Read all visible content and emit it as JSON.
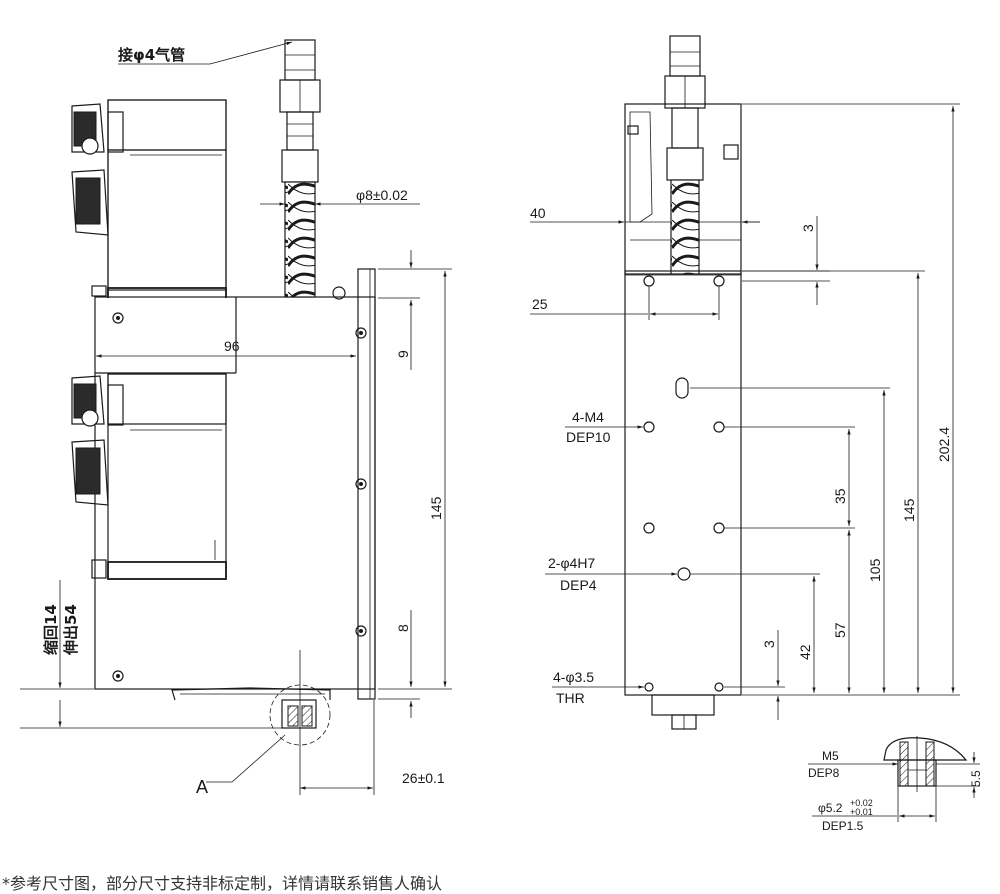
{
  "labels": {
    "air_pipe": "接φ4气管",
    "pipe_dia": "φ8±0.02",
    "dim_96": "96",
    "dim_9": "9",
    "dim_145_left": "145",
    "dim_8": "8",
    "retract": "缩回14",
    "extend": "伸出54",
    "detail_a": "A",
    "dim_26": "26±0.1",
    "dim_40": "40",
    "dim_25": "25",
    "dim_3_top": "3",
    "m4_line1": "4-M4",
    "m4_line2": "DEP10",
    "dim_35": "35",
    "dim_105": "105",
    "dim_145_right": "145",
    "dim_202": "202.4",
    "h7_line1": "2-φ4H7",
    "h7_line2": "DEP4",
    "dim_57": "57",
    "dim_42": "42",
    "dim_3_bottom": "3",
    "thr_line1": "4-φ3.5",
    "thr_line2": "THR",
    "m5_line1": "M5",
    "m5_line2": "DEP8",
    "dim_5_5": "5.5",
    "phi52_base": "φ5.2",
    "phi52_upper": "+0.02",
    "phi52_lower": "+0.01",
    "phi52_dep": "DEP1.5"
  },
  "footnote": "*参考尺寸图，部分尺寸支持非标定制，详情请联系销售人确认"
}
